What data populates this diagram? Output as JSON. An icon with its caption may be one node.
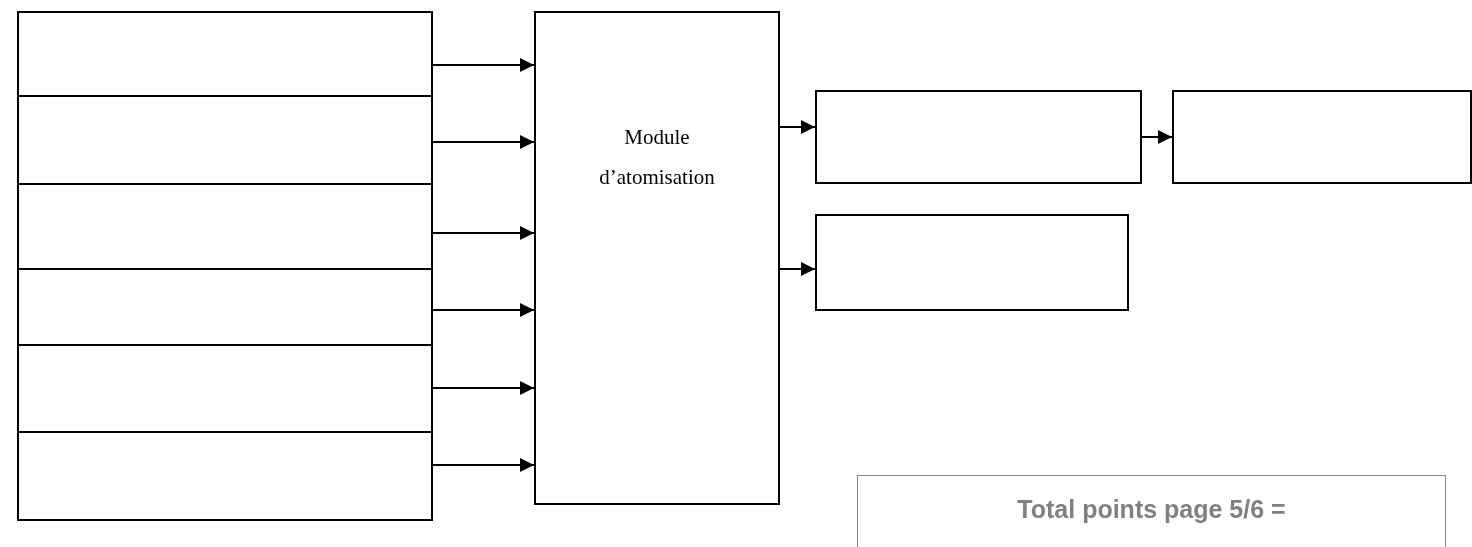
{
  "diagram": {
    "nodes": [
      {
        "text": [],
        "shape": "box"
      },
      {
        "text": [],
        "shape": "box"
      },
      {
        "text": [],
        "shape": "box"
      },
      {
        "text": [],
        "shape": "box"
      },
      {
        "text": [],
        "shape": "box"
      },
      {
        "text": [],
        "shape": "box"
      },
      {
        "text": [
          "Module d’atomisation"
        ]
      },
      {
        "text": [],
        "shape": "box"
      },
      {
        "text": [],
        "shape": "box"
      },
      {
        "text": [],
        "shape": "box"
      },
      {
        "text": [
          "Total points page 5/6 ="
        ]
      }
    ],
    "edges": [
      {
        "from": 0,
        "to": 6,
        "arrow": "to"
      },
      {
        "from": 1,
        "to": 6,
        "arrow": "to"
      },
      {
        "from": 2,
        "to": 6,
        "arrow": "to"
      },
      {
        "from": 3,
        "to": 6,
        "arrow": "to"
      },
      {
        "from": 4,
        "to": 6,
        "arrow": "to"
      },
      {
        "from": 5,
        "to": 6,
        "arrow": "to"
      },
      {
        "from": 6,
        "to": 7,
        "arrow": "to"
      },
      {
        "from": 7,
        "to": 8,
        "arrow": "to"
      },
      {
        "from": 6,
        "to": 9,
        "arrow": "to"
      }
    ]
  }
}
